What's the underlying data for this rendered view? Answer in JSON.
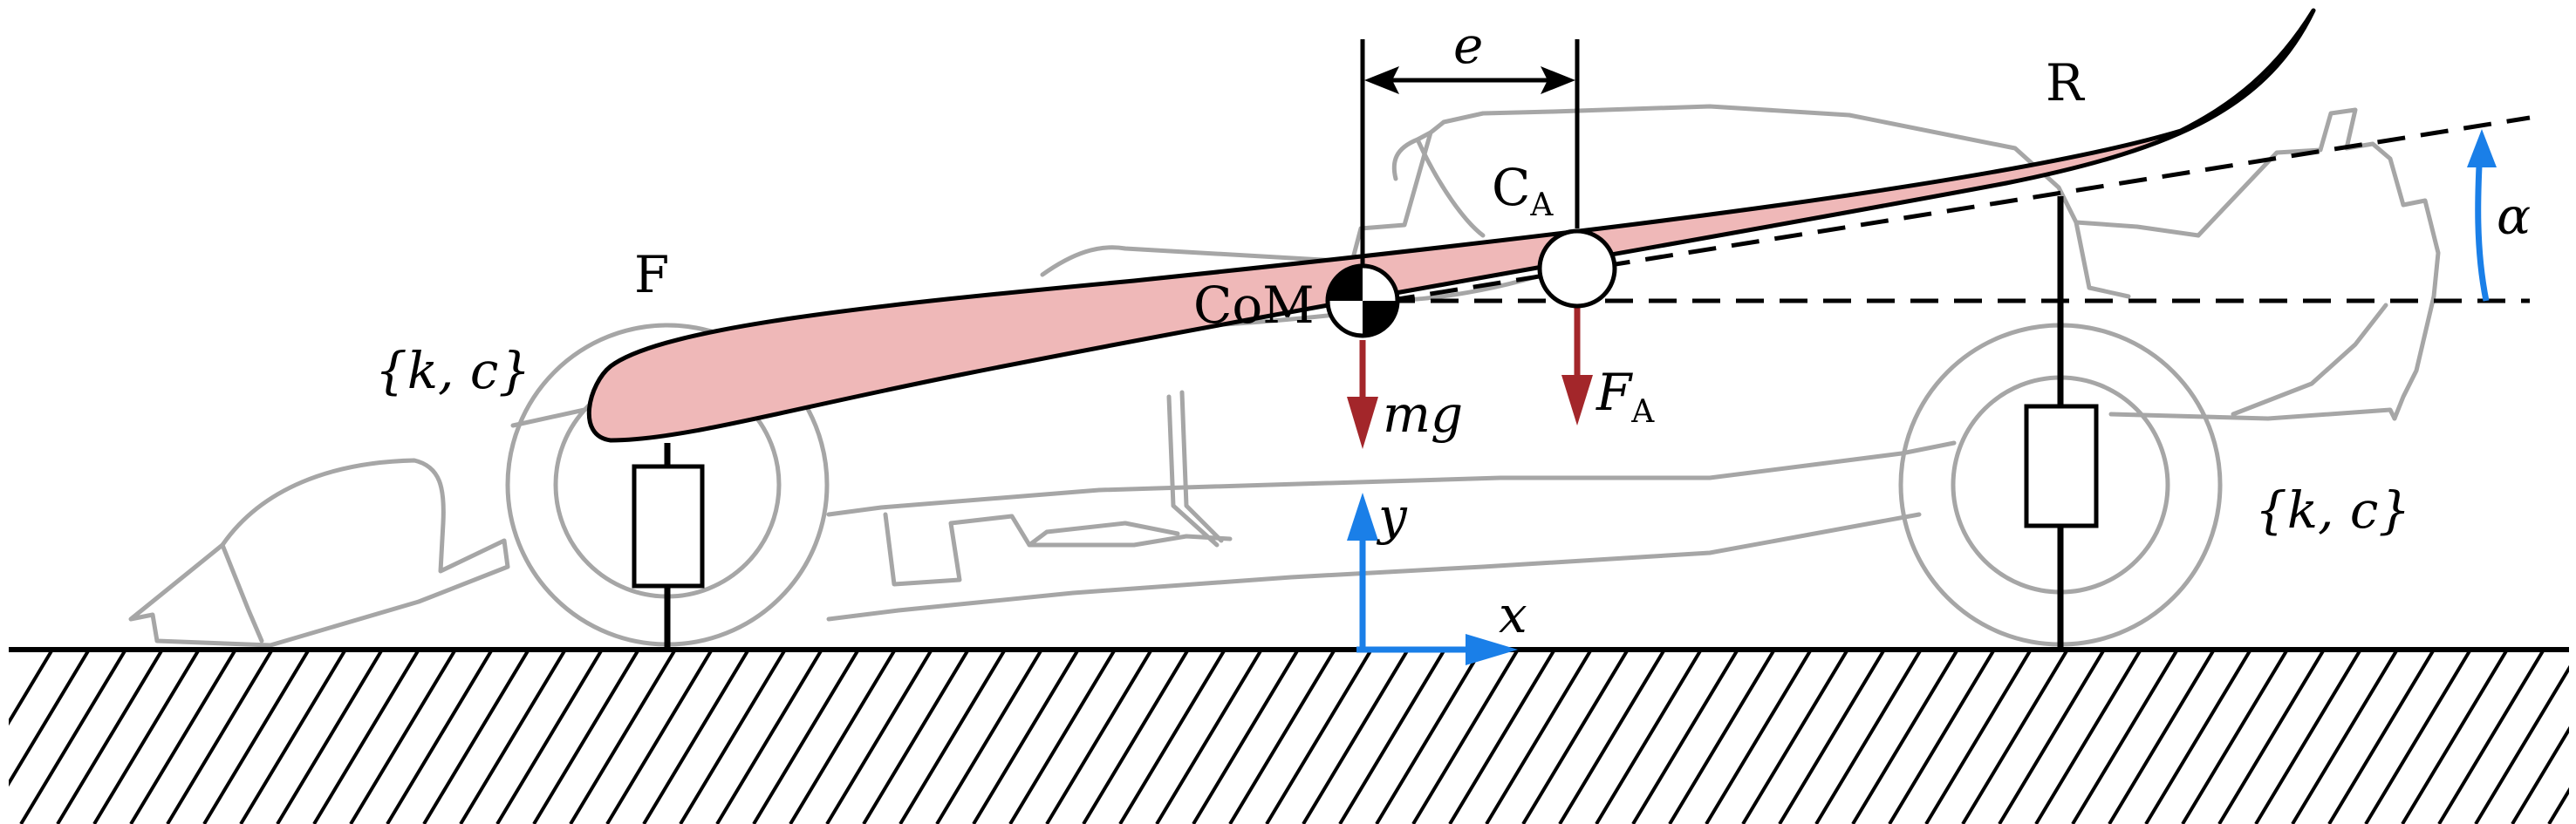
{
  "labels": {
    "front": "F",
    "rear": "R",
    "suspension_front": "{k, c}",
    "suspension_rear": "{k, c}",
    "com": "CoM",
    "ca_main": "C",
    "ca_sub": "A",
    "offset": "e",
    "gravity_force": "mg",
    "aero_force_main": "F",
    "aero_force_sub": "A",
    "axis_x": "x",
    "axis_y": "y",
    "pitch_angle": "α"
  },
  "colors": {
    "wing": "#efb8b8",
    "force_arrow": "#a3262a",
    "axis_arrow": "#1a7fe8",
    "car_outline": "#a6a6a6",
    "line": "#000000"
  }
}
